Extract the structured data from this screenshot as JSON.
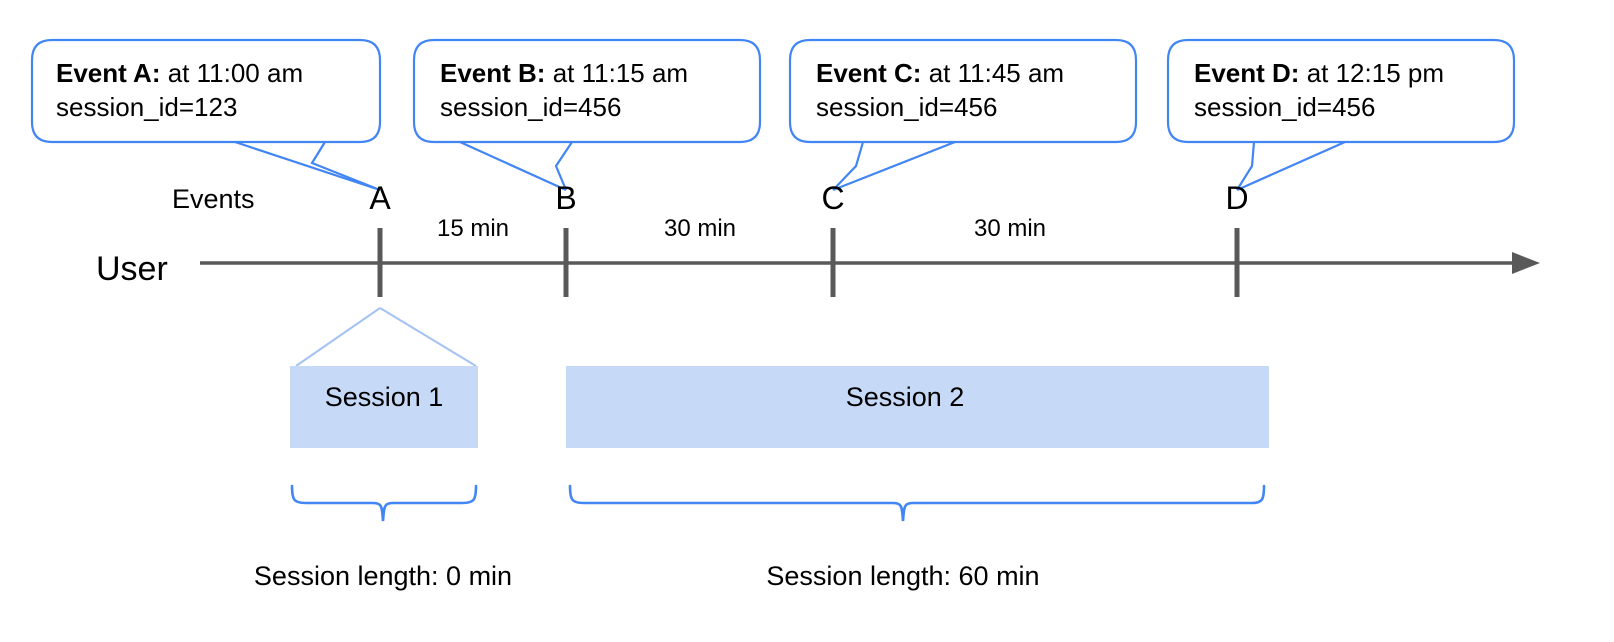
{
  "diagram": {
    "title": "User session timeline diagram",
    "colors": {
      "callout_border": "#4285f4",
      "callout_fill": "#ffffff",
      "brace": "#4285f4",
      "session_bar_fill": "#c6d9f7",
      "session_connector": "#a4c2f4",
      "axis": "#595959",
      "tick": "#595959",
      "text": "#000000"
    },
    "lane_labels": {
      "events": "Events",
      "user": "User"
    },
    "callouts": [
      {
        "id": "A",
        "bold": "Event A:",
        "rest": " at 11:00 am",
        "line2": "session_id=123"
      },
      {
        "id": "B",
        "bold": "Event B:",
        "rest": " at 11:15 am",
        "line2": "session_id=456"
      },
      {
        "id": "C",
        "bold": "Event C:",
        "rest": " at 11:45 am",
        "line2": "session_id=456"
      },
      {
        "id": "D",
        "bold": "Event D:",
        "rest": " at 12:15 pm",
        "line2": "session_id=456"
      }
    ],
    "markers": [
      {
        "letter": "A",
        "time": "11:00 am",
        "session_id": "123"
      },
      {
        "letter": "B",
        "time": "11:15 am",
        "session_id": "456"
      },
      {
        "letter": "C",
        "time": "11:45 am",
        "session_id": "456"
      },
      {
        "letter": "D",
        "time": "12:15 pm",
        "session_id": "456"
      }
    ],
    "gaps": [
      {
        "from": "A",
        "to": "B",
        "label": "15 min",
        "minutes": 15
      },
      {
        "from": "B",
        "to": "C",
        "label": "30 min",
        "minutes": 30
      },
      {
        "from": "C",
        "to": "D",
        "label": "30 min",
        "minutes": 30
      }
    ],
    "sessions": [
      {
        "label": "Session 1",
        "length_label": "Session length: 0 min",
        "length_minutes": 0,
        "session_id": "123"
      },
      {
        "label": "Session 2",
        "length_label": "Session length: 60 min",
        "length_minutes": 60,
        "session_id": "456"
      }
    ]
  }
}
